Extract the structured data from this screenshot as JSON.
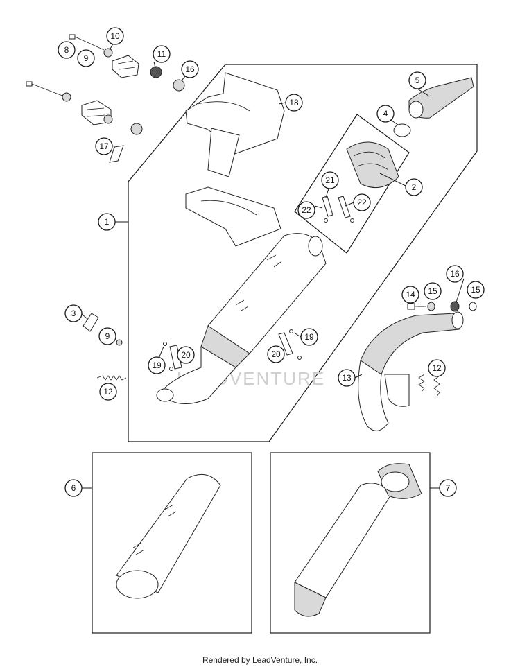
{
  "callouts": [
    {
      "id": "c1",
      "label": "1"
    },
    {
      "id": "c2",
      "label": "2"
    },
    {
      "id": "c3",
      "label": "3"
    },
    {
      "id": "c4",
      "label": "4"
    },
    {
      "id": "c5",
      "label": "5"
    },
    {
      "id": "c6",
      "label": "6"
    },
    {
      "id": "c7",
      "label": "7"
    },
    {
      "id": "c8",
      "label": "8"
    },
    {
      "id": "c9a",
      "label": "9"
    },
    {
      "id": "c9b",
      "label": "9"
    },
    {
      "id": "c10",
      "label": "10"
    },
    {
      "id": "c11",
      "label": "11"
    },
    {
      "id": "c12a",
      "label": "12"
    },
    {
      "id": "c12b",
      "label": "12"
    },
    {
      "id": "c13",
      "label": "13"
    },
    {
      "id": "c14",
      "label": "14"
    },
    {
      "id": "c15a",
      "label": "15"
    },
    {
      "id": "c15b",
      "label": "15"
    },
    {
      "id": "c16a",
      "label": "16"
    },
    {
      "id": "c16b",
      "label": "16"
    },
    {
      "id": "c17",
      "label": "17"
    },
    {
      "id": "c18",
      "label": "18"
    },
    {
      "id": "c19a",
      "label": "19"
    },
    {
      "id": "c19b",
      "label": "19"
    },
    {
      "id": "c20a",
      "label": "20"
    },
    {
      "id": "c20b",
      "label": "20"
    },
    {
      "id": "c21",
      "label": "21"
    },
    {
      "id": "c22a",
      "label": "22"
    },
    {
      "id": "c22b",
      "label": "22"
    }
  ],
  "watermark": "LEADVENTURE",
  "footer": "Rendered by LeadVenture, Inc."
}
